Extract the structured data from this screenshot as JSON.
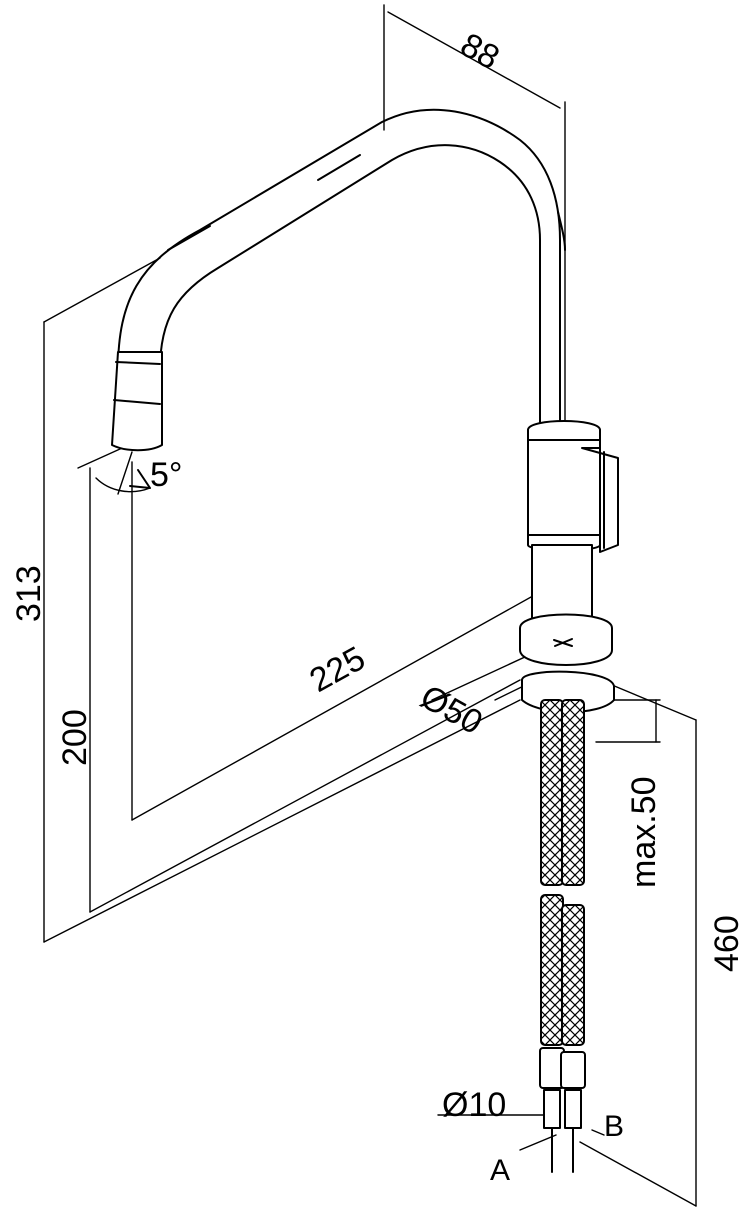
{
  "dimensions": {
    "depth": "88",
    "total_height": "313",
    "spout_height": "200",
    "reach": "225",
    "base_diameter": "Ø50",
    "max_deck_thickness": "max.50",
    "hose_length": "460",
    "hose_diameter": "Ø10",
    "spout_angle": "5°"
  },
  "connections": {
    "a": "A",
    "b": "B"
  }
}
